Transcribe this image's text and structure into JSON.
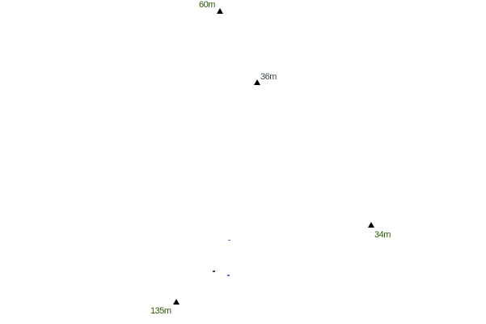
{
  "peaks": [
    {
      "label": "60m"
    },
    {
      "label": "36m"
    },
    {
      "label": "34m"
    },
    {
      "label": "135m"
    }
  ],
  "colors": {
    "label": "#2a5a00",
    "marker": "#000000",
    "dot": "#6666cc"
  }
}
